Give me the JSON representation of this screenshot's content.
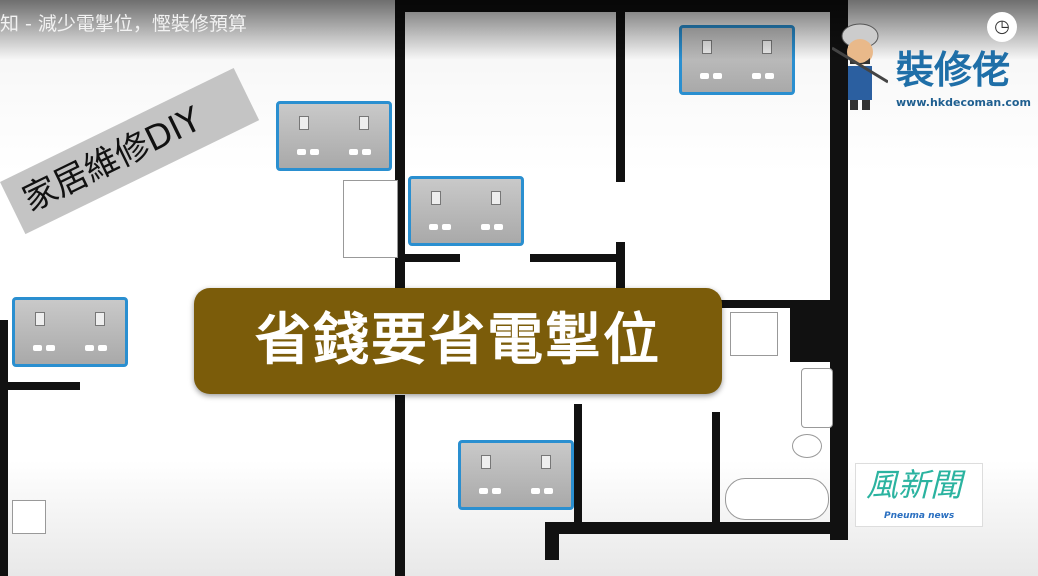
{
  "video": {
    "title": "知 - 減少電掣位，慳裝修預算"
  },
  "overlay": {
    "banner": "家居維修DIY",
    "caption": "省錢要省電掣位"
  },
  "logos": {
    "brand": "裝修佬",
    "url": "www.hkdecoman.com",
    "news_brand": "風新聞",
    "news_sub": "Pneuma news"
  },
  "icons": {
    "clock": "watch-later-icon"
  },
  "colors": {
    "caption_bg": "#7b5c0a",
    "socket_border": "#2a8fd0",
    "brand": "#1f6fa8"
  }
}
